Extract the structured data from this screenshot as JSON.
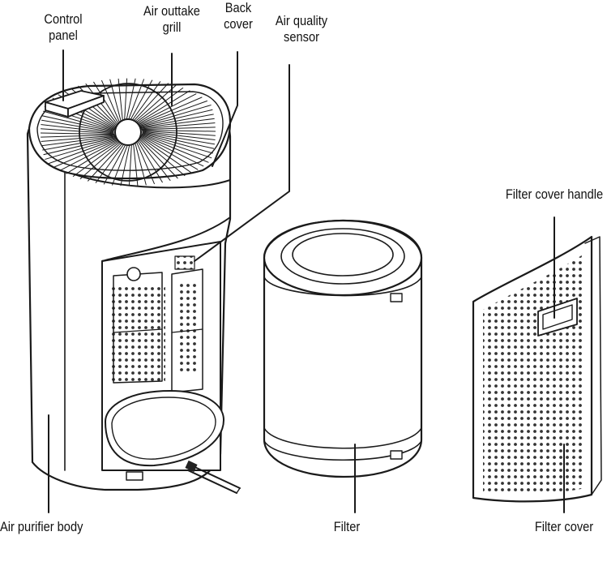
{
  "labels": {
    "control_panel": [
      "Control",
      "panel"
    ],
    "air_outtake_grill": [
      "Air outtake",
      "grill"
    ],
    "back_cover": [
      "Back",
      "cover"
    ],
    "air_quality_sensor": [
      "Air quality",
      "sensor"
    ],
    "filter_cover_handle": "Filter cover handle",
    "air_purifier_body": "Air purifier body",
    "filter": "Filter",
    "filter_cover": "Filter cover"
  }
}
